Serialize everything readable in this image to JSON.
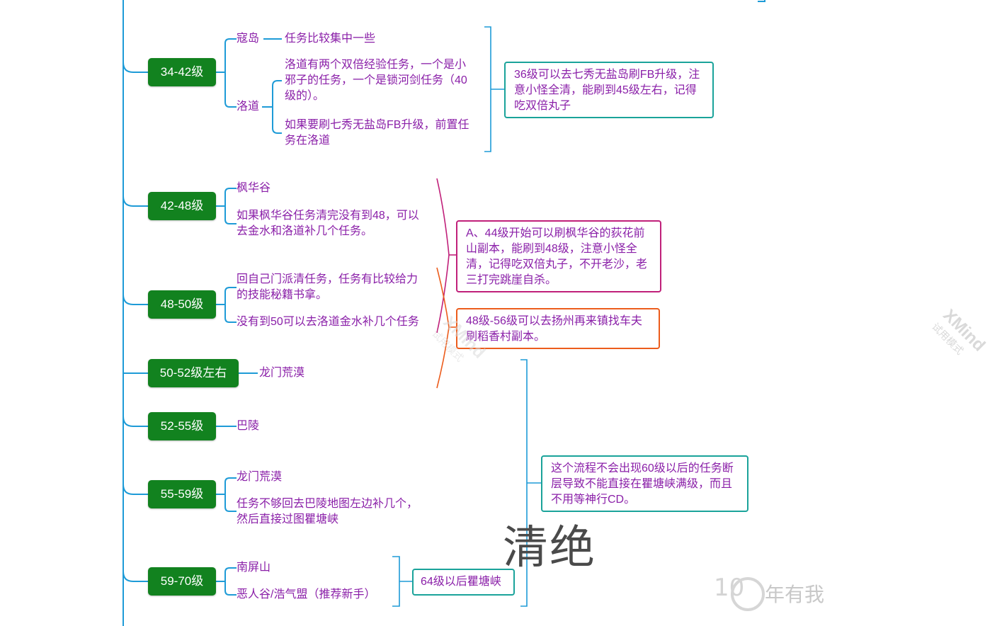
{
  "colors": {
    "trunk": "#1e9bd7",
    "node_bg": "#12821f",
    "leaf_text": "#8a1fa8",
    "note_teal": "#1aa39a",
    "note_pink": "#c0207a",
    "note_orange": "#ec5c1c"
  },
  "nodes": [
    {
      "id": "34-42",
      "label": "34-42级"
    },
    {
      "id": "42-48",
      "label": "42-48级"
    },
    {
      "id": "48-50",
      "label": "48-50级"
    },
    {
      "id": "50-52",
      "label": "50-52级左右"
    },
    {
      "id": "52-55",
      "label": "52-55级"
    },
    {
      "id": "55-59",
      "label": "55-59级"
    },
    {
      "id": "59-70",
      "label": "59-70级"
    }
  ],
  "leaves": {
    "kou_dao": "寇岛",
    "kou_dao_detail": "任务比较集中一些",
    "luo_dao": "洛道",
    "luo_dao_detail1": [
      "洛道有两个双倍经验任务，一个是小",
      "邪子的任务，一个是锁河剑任务（40",
      "级的）。"
    ],
    "luo_dao_detail2": [
      "如果要刷七秀无盐岛FB升级，前置任",
      "务在洛道"
    ],
    "feng_hua_gu": "枫华谷",
    "feng_hua_gu_detail": [
      "如果枫华谷任务清完没有到48，可以",
      "去金水和洛道补几个任务。"
    ],
    "hui_men_pai": [
      "回自己门派清任务，任务有比较给力",
      "的技能秘籍书拿。"
    ],
    "mei_dao_50": "没有到50可以去洛道金水补几个任务",
    "long_men_1": "龙门荒漠",
    "ba_ling": "巴陵",
    "long_men_2": "龙门荒漠",
    "ba_ling_detail": [
      "任务不够回去巴陵地图左边补几个，",
      "然后直接过图瞿塘峡"
    ],
    "nan_ping_shan": "南屏山",
    "e_ren_gu": "恶人谷/浩气盟（推荐新手）"
  },
  "notes": {
    "qi_xiu": [
      "36级可以去七秀无盐岛刷FB升级，注",
      "意小怪全清，能刷到45级左右，记得",
      "吃双倍丸子"
    ],
    "feng_hua_fb": [
      "A、44级开始可以刷枫华谷的荻花前",
      "山副本，能刷到48级，注意小怪全",
      "清，记得吃双倍丸子，不开老沙，老",
      "三打完跳崖自杀。"
    ],
    "dao_xiang": [
      "48级-56级可以去扬州再来镇找车夫",
      "刷稻香村副本。"
    ],
    "qu_tang_note": [
      "这个流程不会出现60级以后的任务断",
      "层导致不能直接在瞿塘峡满级，而且",
      "不用等神行CD。"
    ],
    "level_64": "64级以后瞿塘峡"
  },
  "overlay": {
    "signature": "清绝",
    "logo_text": "年有我",
    "logo_digit": "10"
  },
  "watermark": {
    "brand": "XMind",
    "mode": "试用模式"
  }
}
